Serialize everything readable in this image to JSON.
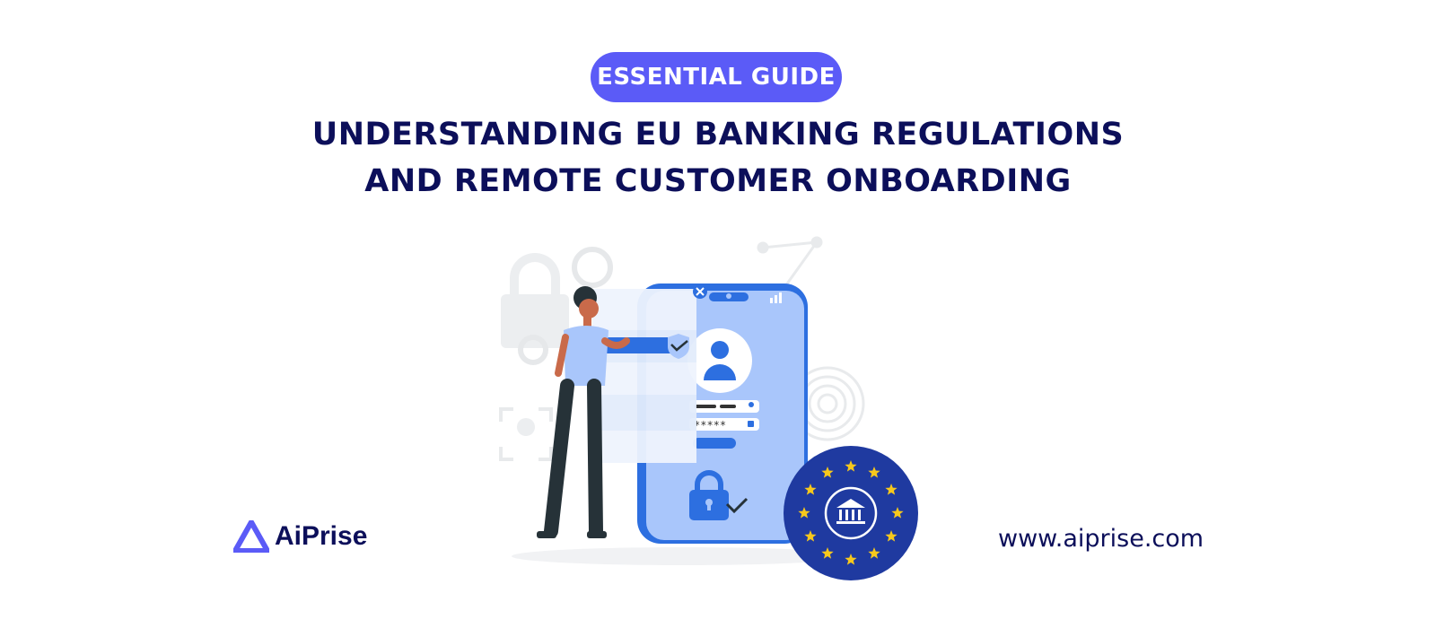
{
  "badge": {
    "text": "ESSENTIAL GUIDE"
  },
  "title": {
    "line1": "UNDERSTANDING EU BANKING REGULATIONS",
    "line2": "AND REMOTE CUSTOMER ONBOARDING"
  },
  "phone": {
    "password_mask": "*****"
  },
  "brand": {
    "name": "AiPrise"
  },
  "website": {
    "url": "www.aiprise.com"
  },
  "colors": {
    "accent": "#5b5bf7",
    "title": "#0c0f5a",
    "phone": "#3a86f5",
    "eu_blue": "#1f3aa0",
    "eu_star": "#f7c81c"
  },
  "icons": [
    "lock-icon",
    "gear-icon",
    "fingerprint-icon",
    "user-icon",
    "shield-check-icon",
    "bank-icon",
    "star-icon",
    "close-icon"
  ]
}
